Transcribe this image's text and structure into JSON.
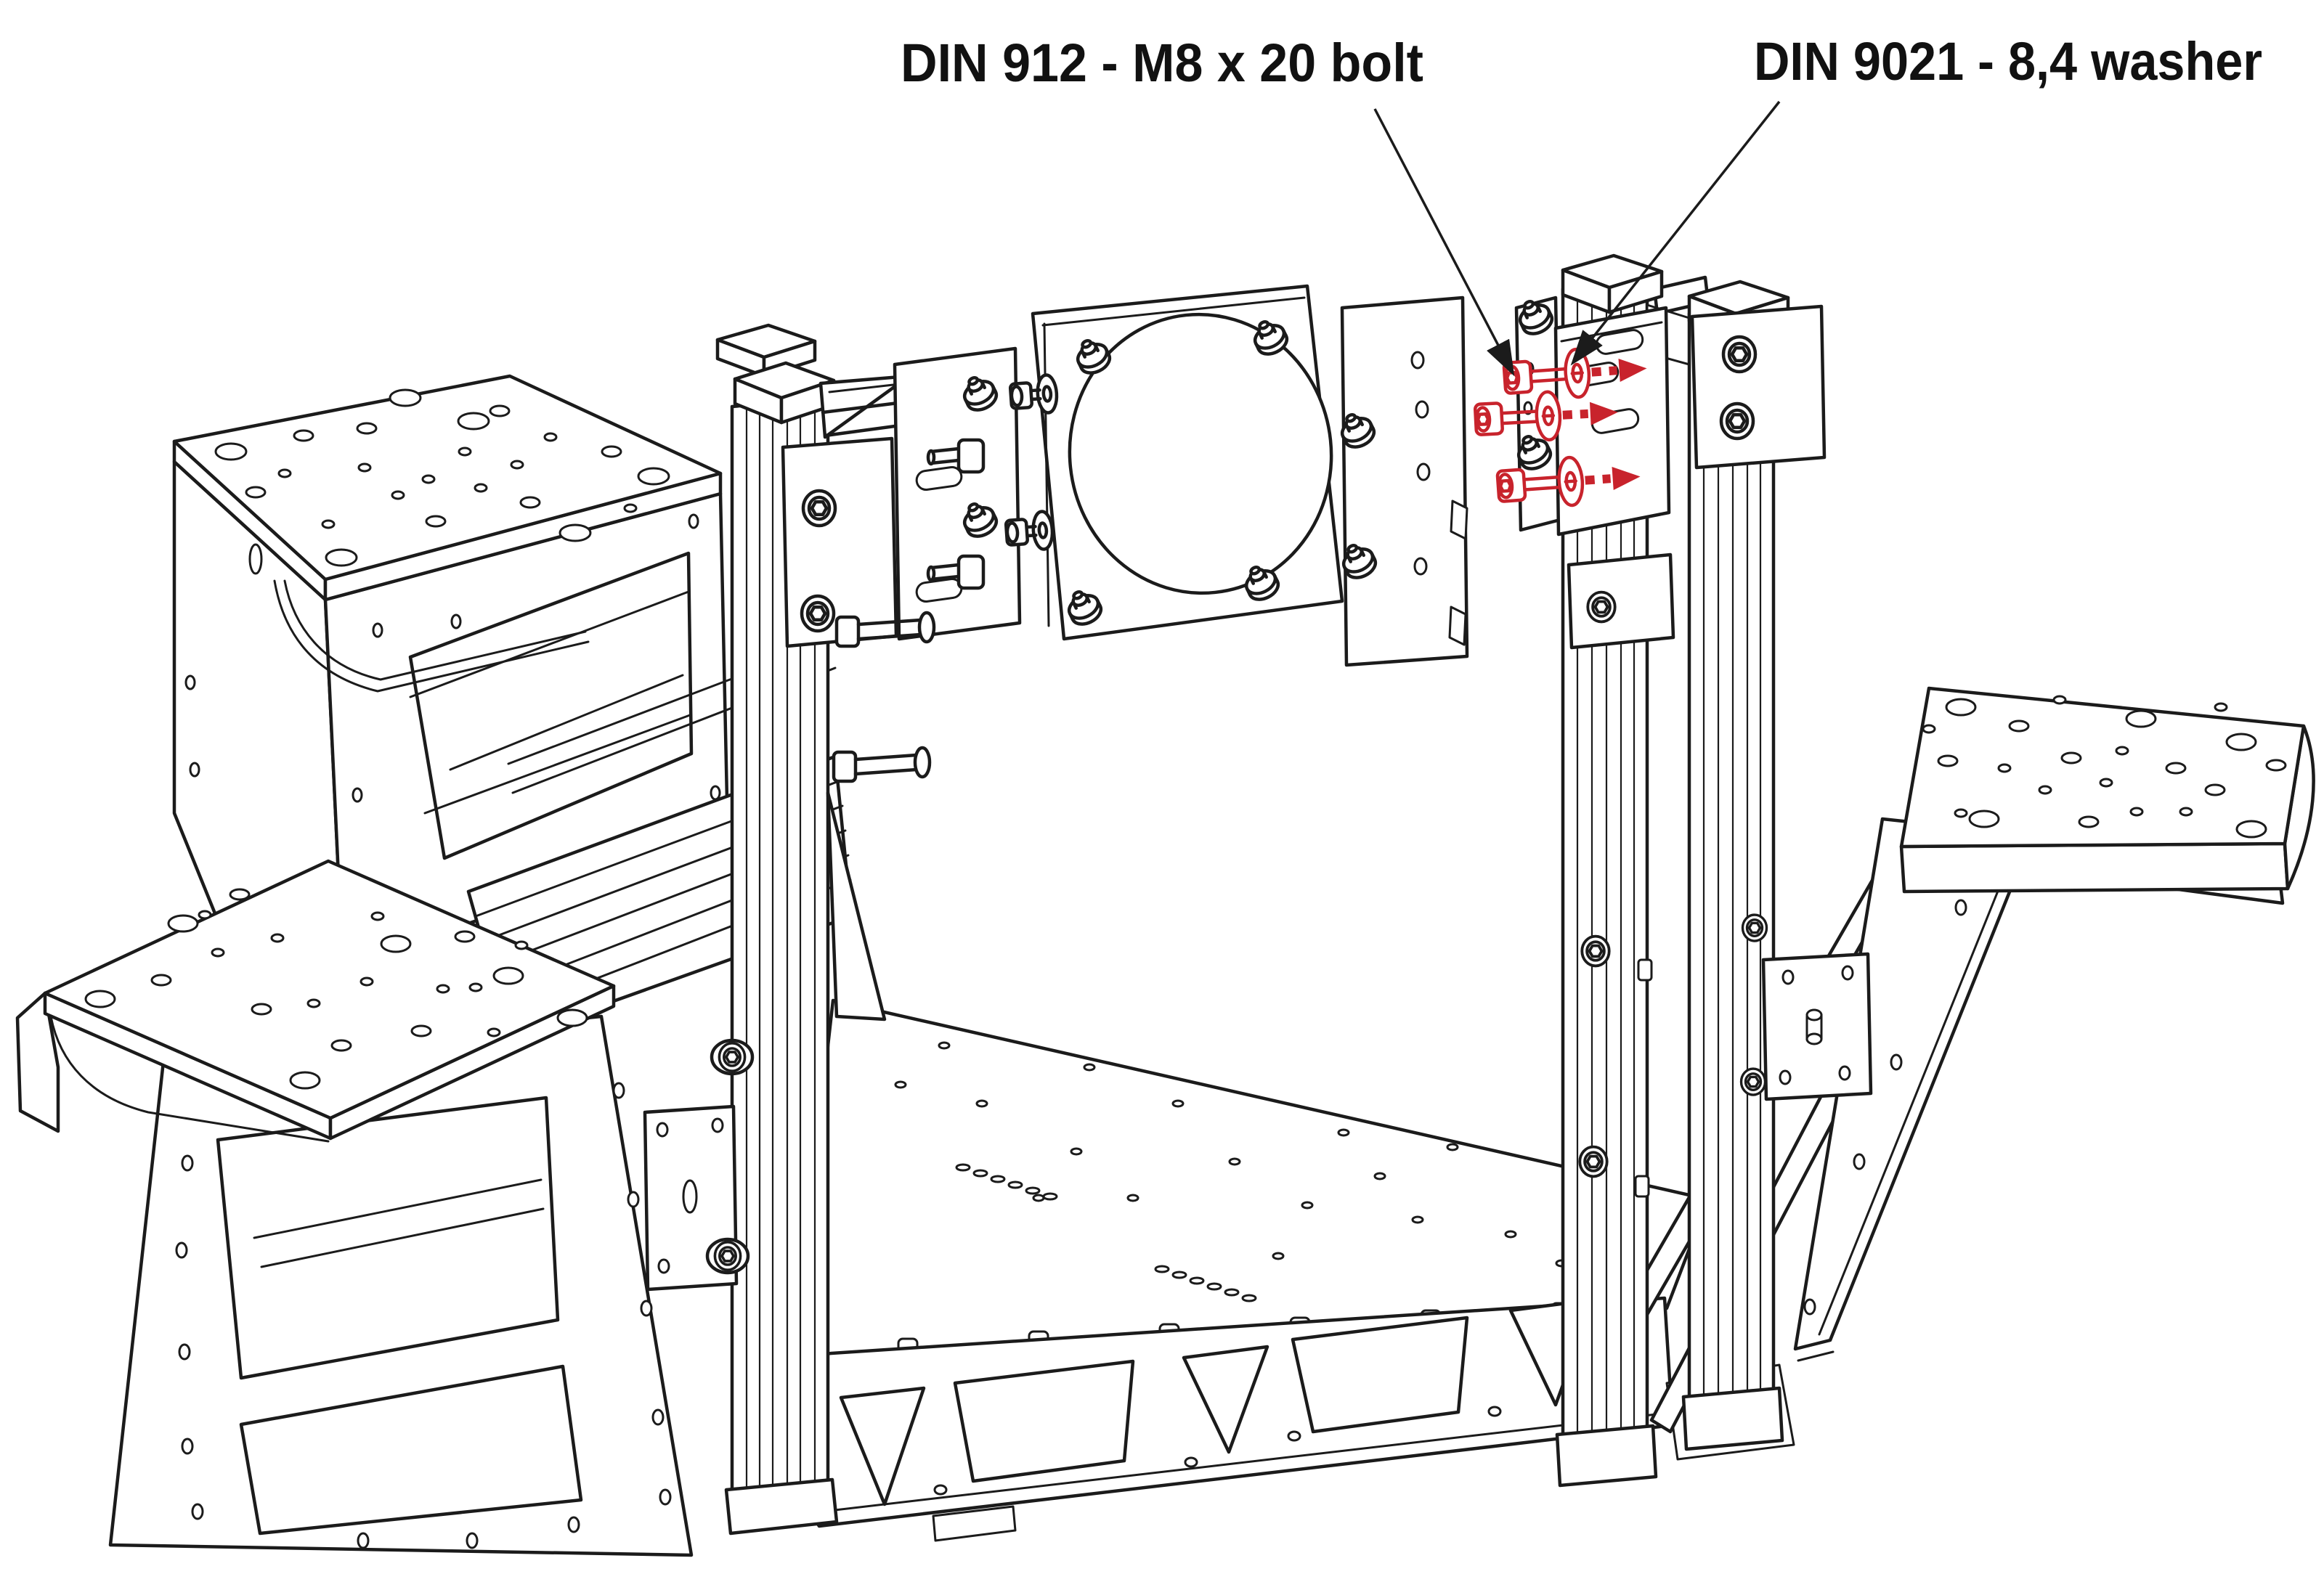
{
  "diagram": {
    "callouts": [
      {
        "id": "bolt",
        "label": "DIN 912 - M8 x 20 bolt"
      },
      {
        "id": "washer",
        "label": "DIN 9021 - 8,4 washer"
      }
    ],
    "highlighted_hardware": {
      "bolt_count": 3,
      "washer_count": 3,
      "insert_arrow_count": 3
    }
  },
  "colors": {
    "line": "#1b1b1b",
    "highlight": "#c8232c",
    "label_text": "#111111",
    "background": "#ffffff"
  }
}
